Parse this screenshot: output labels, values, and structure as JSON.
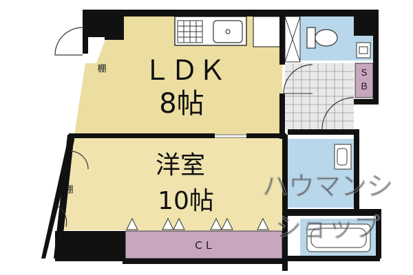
{
  "rooms": {
    "ldk": {
      "name": "ＬＤＫ",
      "size": "8帖"
    },
    "western": {
      "name": "洋室",
      "size": "10帖"
    },
    "closet": {
      "label": "ＣＬ"
    },
    "storage": {
      "label": "ＳＢ"
    },
    "shelf_top": {
      "label": "棚"
    },
    "shelf_bottom": {
      "label": "棚"
    }
  },
  "watermark": {
    "line1": "ハウマンシ",
    "line2": "ショップ"
  },
  "colors": {
    "ldk_floor": "#ecdea0",
    "western_floor": "#f0e3ad",
    "wet_area": "#b9d7ea",
    "closet": "#c9a6c0",
    "wall": "#111111"
  }
}
